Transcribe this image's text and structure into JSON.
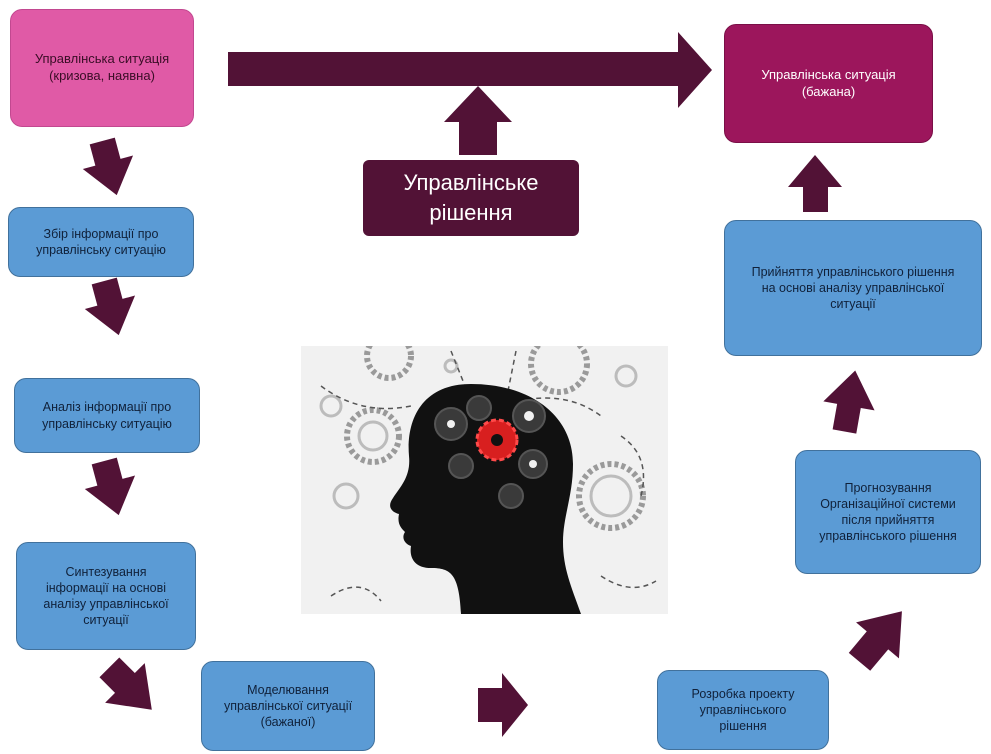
{
  "boxes": {
    "current_situation": "Управлінська ситуація\n(кризова, наявна)",
    "desired_situation": "Управлінська ситуація\n(бажана)",
    "decision": "Управлінське\nрішення",
    "collect_info": "Збір інформації про\nуправлінську ситуацію",
    "analyze_info": "Аналіз інформації про\nуправлінську ситуацію",
    "synthesize_info": "Синтезування\nінформації на основі\nаналізу управлінської\nситуації",
    "modeling": "Моделювання\nуправлінської ситуації\n(бажаної)",
    "project_dev": "Розробка проекту\nуправлінського\nрішення",
    "forecasting": "Прогнозування\nОрганізаційної системи\nпісля прийняття\nуправлінського рішення",
    "adoption": "Прийняття управлінського рішення\nна основі аналізу управлінської\nситуації"
  },
  "colors": {
    "arrow": "#521236",
    "pink": "#e05aa6",
    "desired": "#9c165c",
    "blue": "#5b9bd5"
  },
  "illustration": "head-with-gears-icon"
}
